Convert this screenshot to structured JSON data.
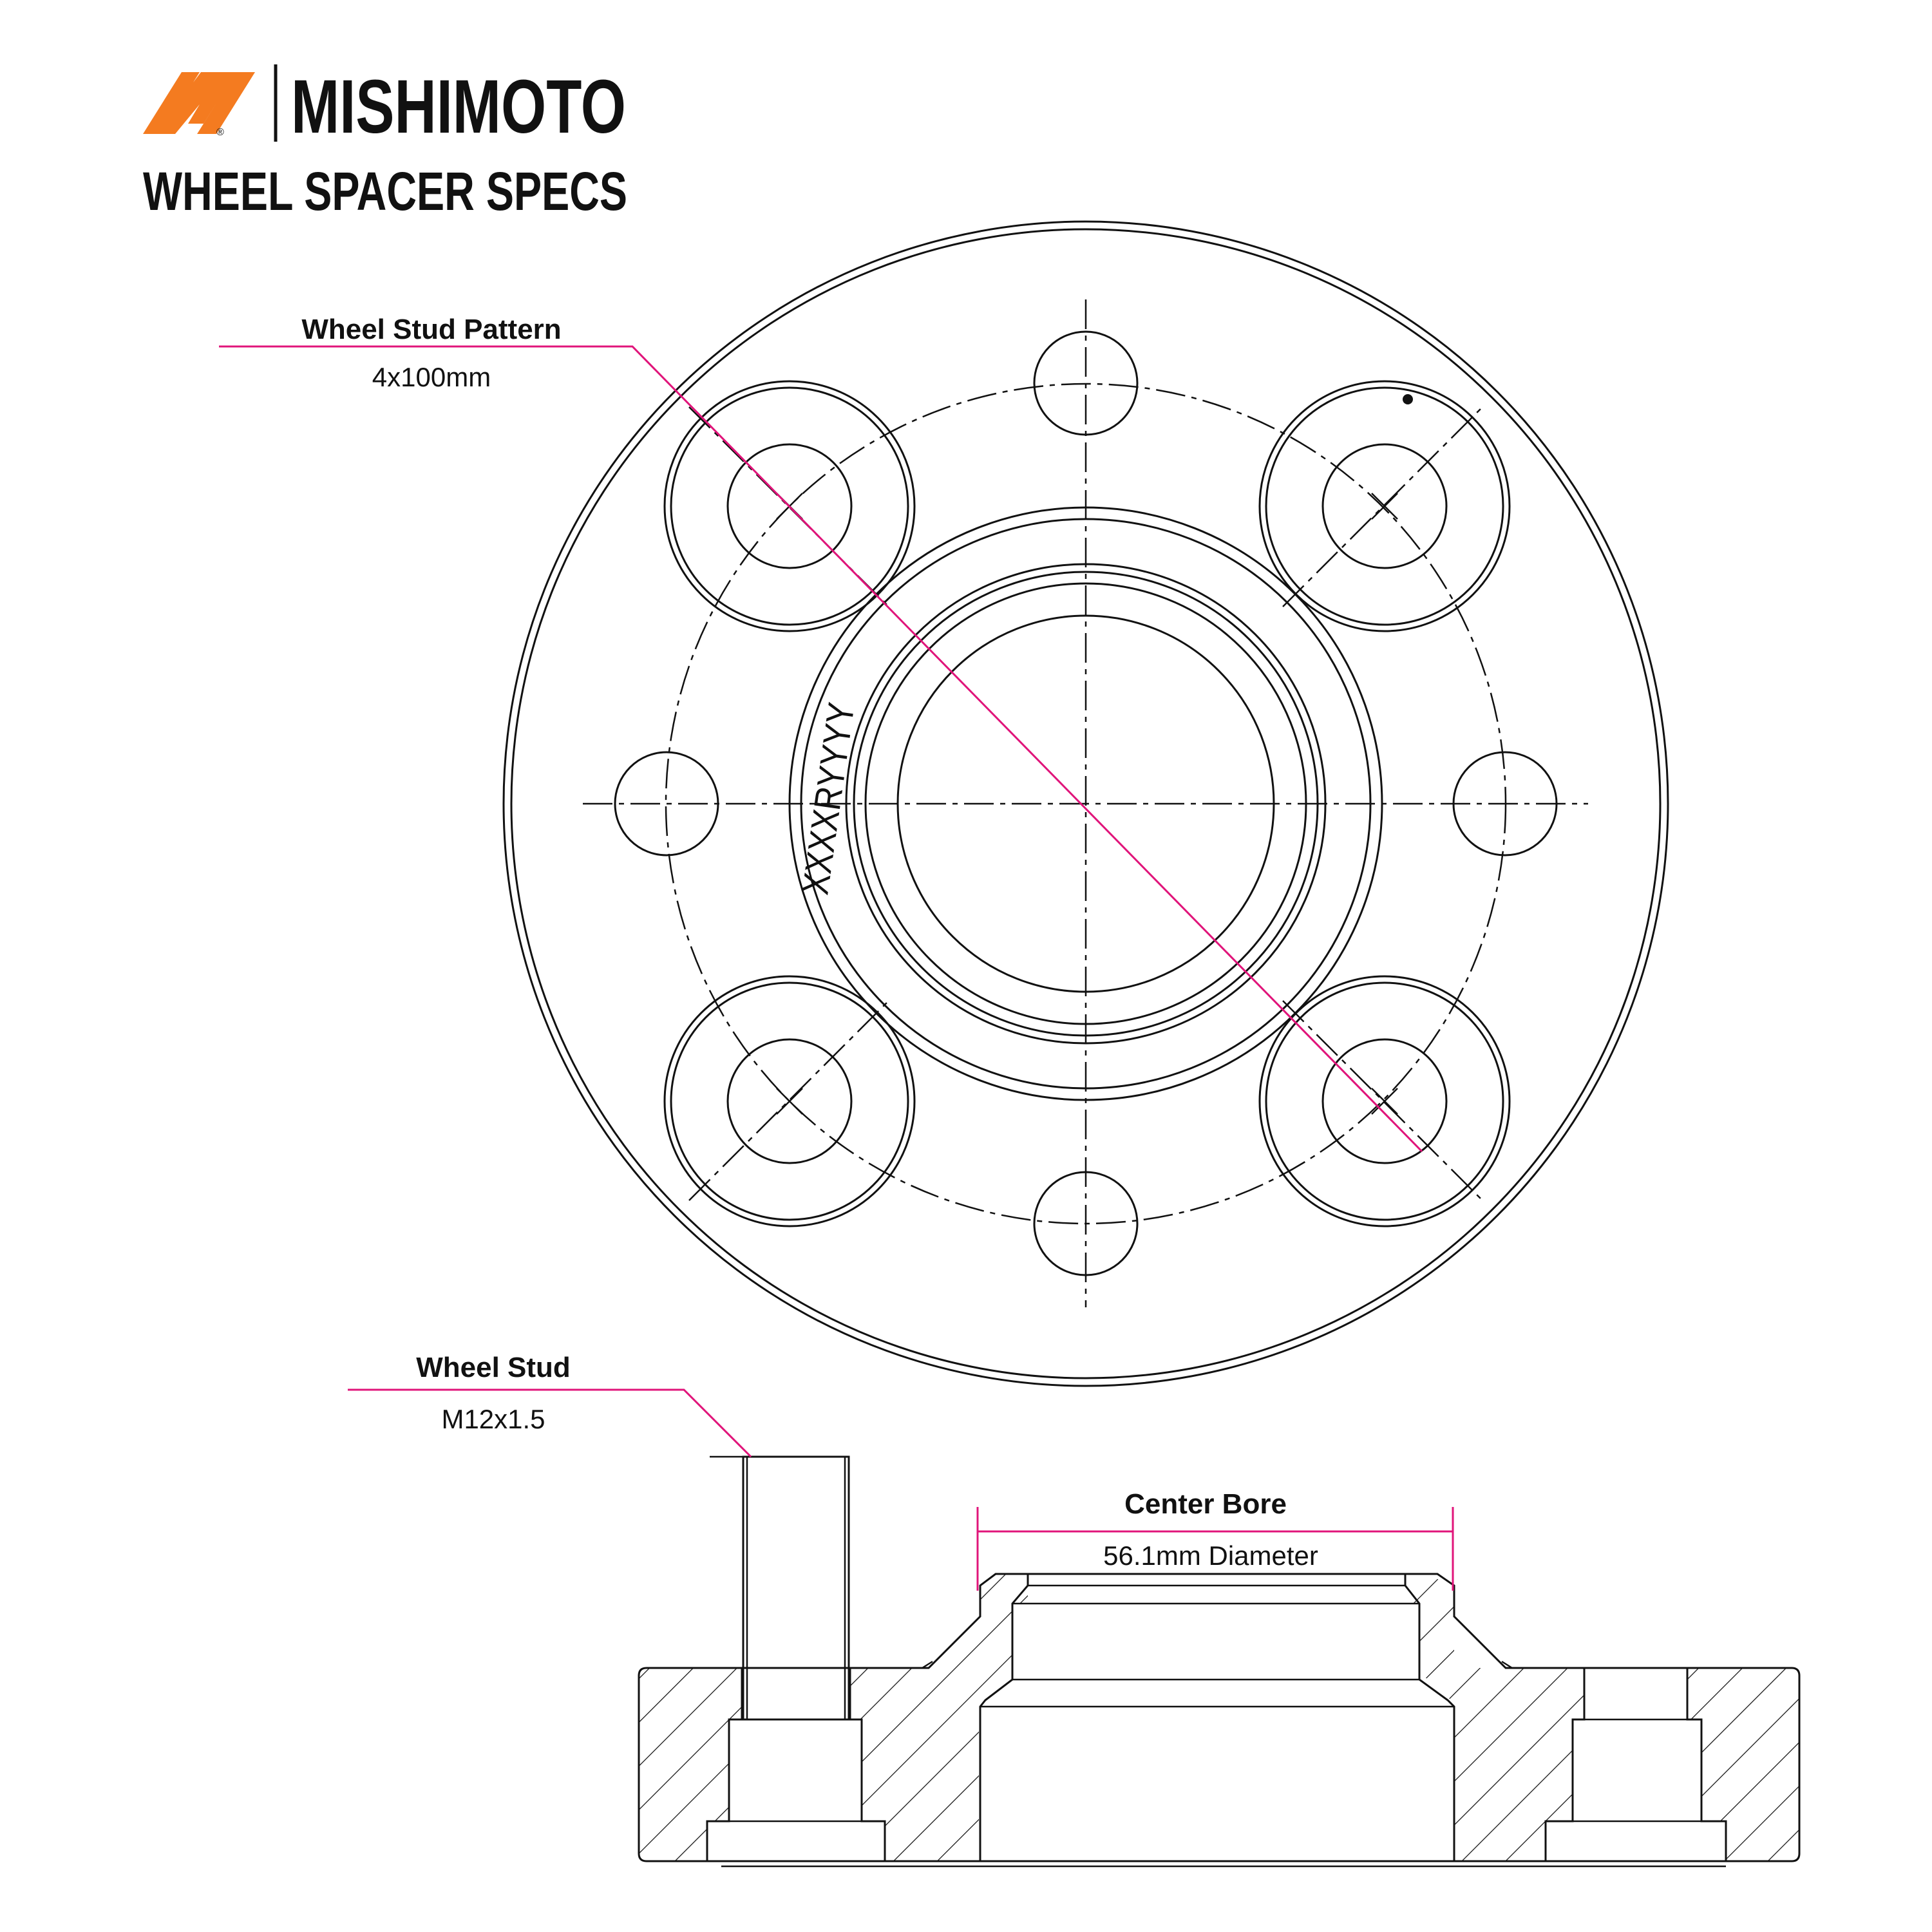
{
  "brand": {
    "name": "MISHIMOTO",
    "logo_color": "#f47b20",
    "registered_mark": "®"
  },
  "title": "WHEEL SPACER SPECS",
  "callouts": {
    "stud_pattern": {
      "label": "Wheel Stud Pattern",
      "value": "4x100mm"
    },
    "wheel_stud": {
      "label": "Wheel Stud",
      "value": "M12x1.5"
    },
    "center_bore": {
      "label": "Center Bore",
      "value": "56.1mm Diameter"
    }
  },
  "part_marking": "XXXXRYYYY",
  "colors": {
    "callout_line": "#e0147a",
    "drawing_line": "#111111"
  }
}
